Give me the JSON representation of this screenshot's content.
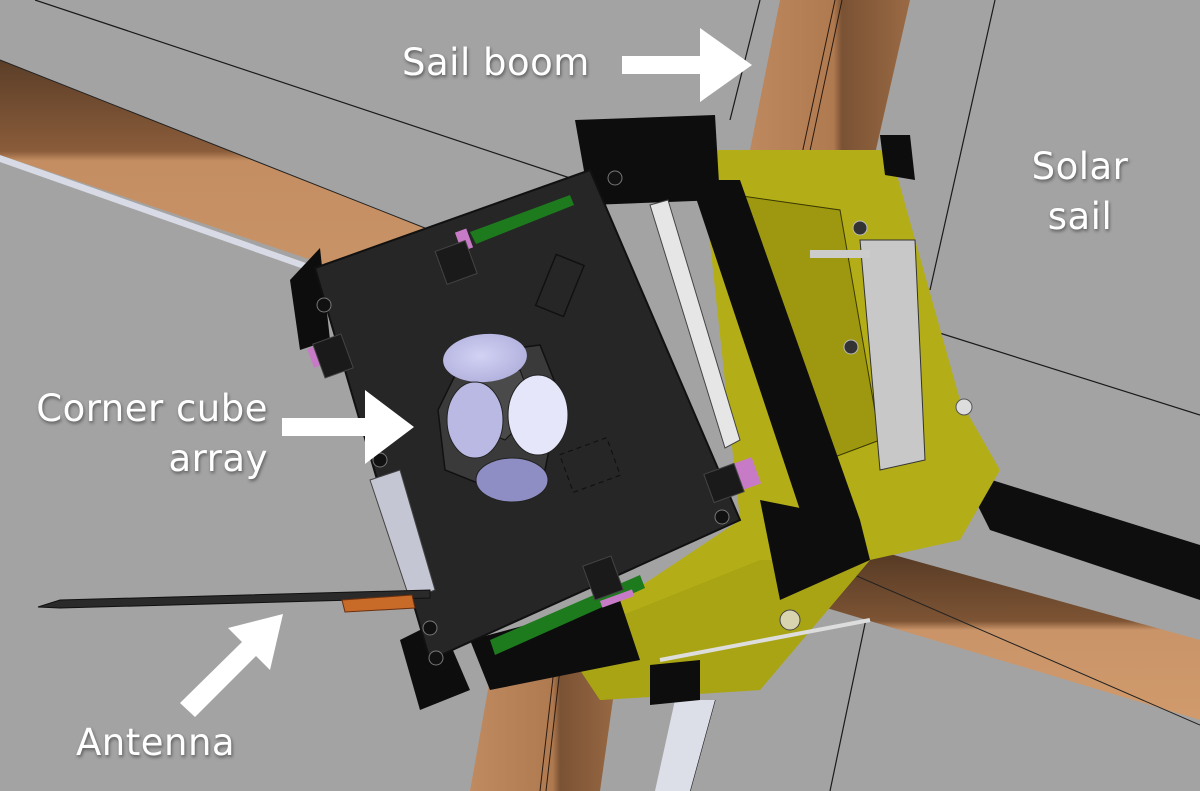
{
  "figure": {
    "subject": "CubeSat with deployed solar sail (CAD render)",
    "background_color": "#a3a3a3",
    "colors": {
      "boom": "#c08a5e",
      "boom_shadow": "#5a3f2a",
      "chassis_black": "#1b1b1b",
      "panel_dark": "#262626",
      "frame_olive": "#b4b01a",
      "pcb_green": "#1d7a1d",
      "connector_pink": "#c77bc7",
      "reflector_lavender": "#c7c7ee",
      "antenna_orange": "#c86a28",
      "label_text": "#ffffff"
    }
  },
  "annotations": [
    {
      "id": "sail-boom",
      "text": "Sail boom",
      "arrow": "right"
    },
    {
      "id": "solar-sail",
      "text_line1": "Solar",
      "text_line2": "sail",
      "arrow": "none"
    },
    {
      "id": "corner-cube-array",
      "text_line1": "Corner cube",
      "text_line2": "array",
      "arrow": "right"
    },
    {
      "id": "antenna",
      "text": "Antenna",
      "arrow": "up-right"
    }
  ]
}
